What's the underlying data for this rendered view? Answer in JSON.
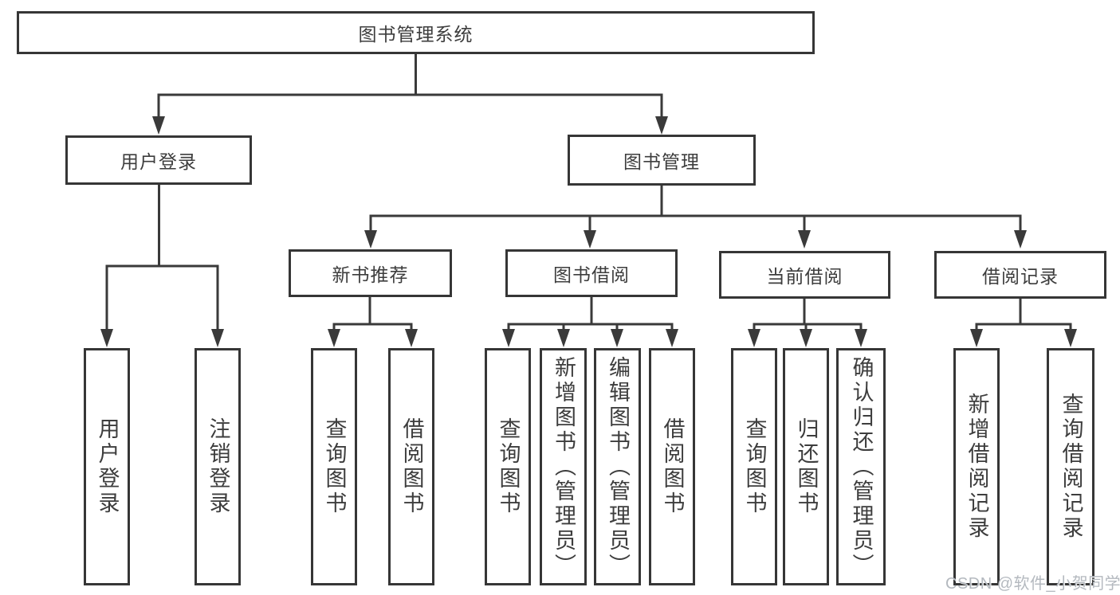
{
  "diagram": {
    "title": "图书管理系统",
    "level2": {
      "user_login": "用户登录",
      "book_management": "图书管理"
    },
    "level3": {
      "new_books": "新书推荐",
      "book_borrow": "图书借阅",
      "current_borrow": "当前借阅",
      "borrow_records": "借阅记录"
    },
    "leaves": {
      "user_login": [
        "用户登录",
        "注销登录"
      ],
      "new_books": [
        "查询图书",
        "借阅图书"
      ],
      "book_borrow": [
        "查询图书",
        "新增图书（管理员）",
        "编辑图书（管理员）",
        "借阅图书"
      ],
      "current_borrow": [
        "查询图书",
        "归还图书",
        "确认归还（管理员）"
      ],
      "borrow_records": [
        "新增借阅记录",
        "查询借阅记录"
      ]
    }
  },
  "watermark": "CSDN @软件_小贺同学",
  "colors": {
    "line": "#3a3a3a",
    "box_border": "#363636",
    "text": "#3d3d3d",
    "watermark": "#b4b9bf",
    "background": "#ffffff"
  }
}
